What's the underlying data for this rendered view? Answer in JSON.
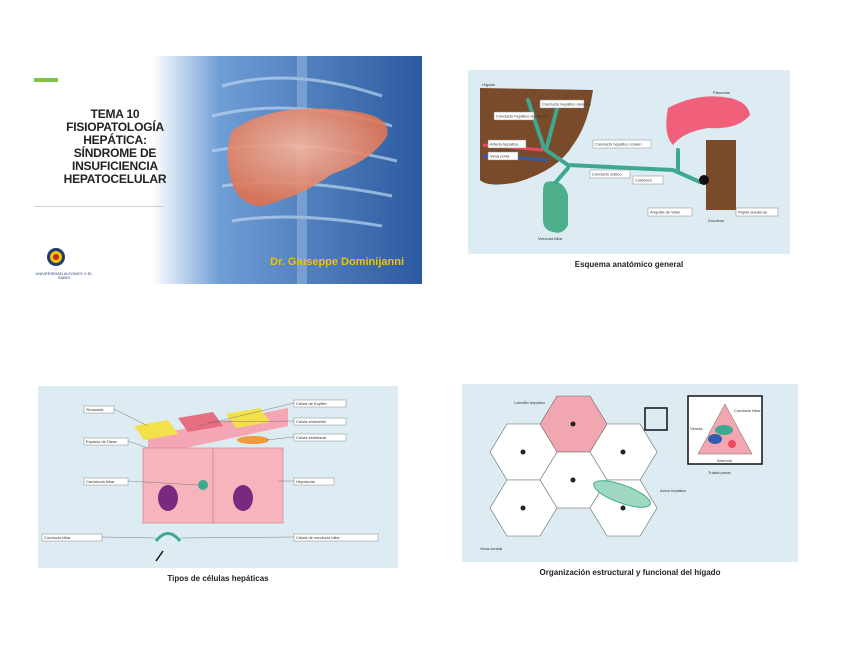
{
  "slide1": {
    "title": "TEMA 10\nFISIOPATOLOGÍA\nHEPÁTICA:\nSÍNDROME DE\nINSUFICIENCIA\nHEPATOCELULAR",
    "author": "Dr. Giuseppe Dominijanni",
    "logo_text": "UNIVERSIDAD ALFONSO X EL SABIO"
  },
  "slide2": {
    "caption": "Esquema anatómico general",
    "labels": {
      "higado": "Hígado",
      "pancreas": "Páncreas",
      "duodeno": "Duodeno",
      "vesicula": "Vesícula biliar",
      "cond_izq": "Conducto hepático izquierdo",
      "cond_der": "Conducto hepático derecho",
      "cond_comun": "Conducto hepático común",
      "colédoco": "Colédoco",
      "cistico": "Conducto cístico",
      "ampolla": "Ampolla de Vater",
      "papila": "Papila duodenal",
      "arteria": "Arteria hepática",
      "vena": "Vena porta"
    }
  },
  "slide3": {
    "caption": "Tipos de células hepáticas",
    "labels": {
      "kupffer": "Célula de Kupffer",
      "endotelial": "Célula endotelial",
      "estrellada": "Célula estrellada",
      "sinusoide": "Sinusoide",
      "disse": "Espacio de Disse",
      "canaliculo": "Canalículo biliar",
      "hepatocito": "Hepatocito",
      "conducto": "Conducto biliar",
      "colangiocito": "Célula de conducto biliar"
    }
  },
  "slide4": {
    "caption": "Organización estructural y funcional del hígado",
    "labels": {
      "lobulillo": "Lobulillo hepático",
      "vena_central": "Vena central",
      "conducto_biliar": "Conducto biliar",
      "arteriola": "Arteriola",
      "venula": "Vénula",
      "triada": "Tríada portal",
      "acino": "Acino hepático"
    }
  }
}
